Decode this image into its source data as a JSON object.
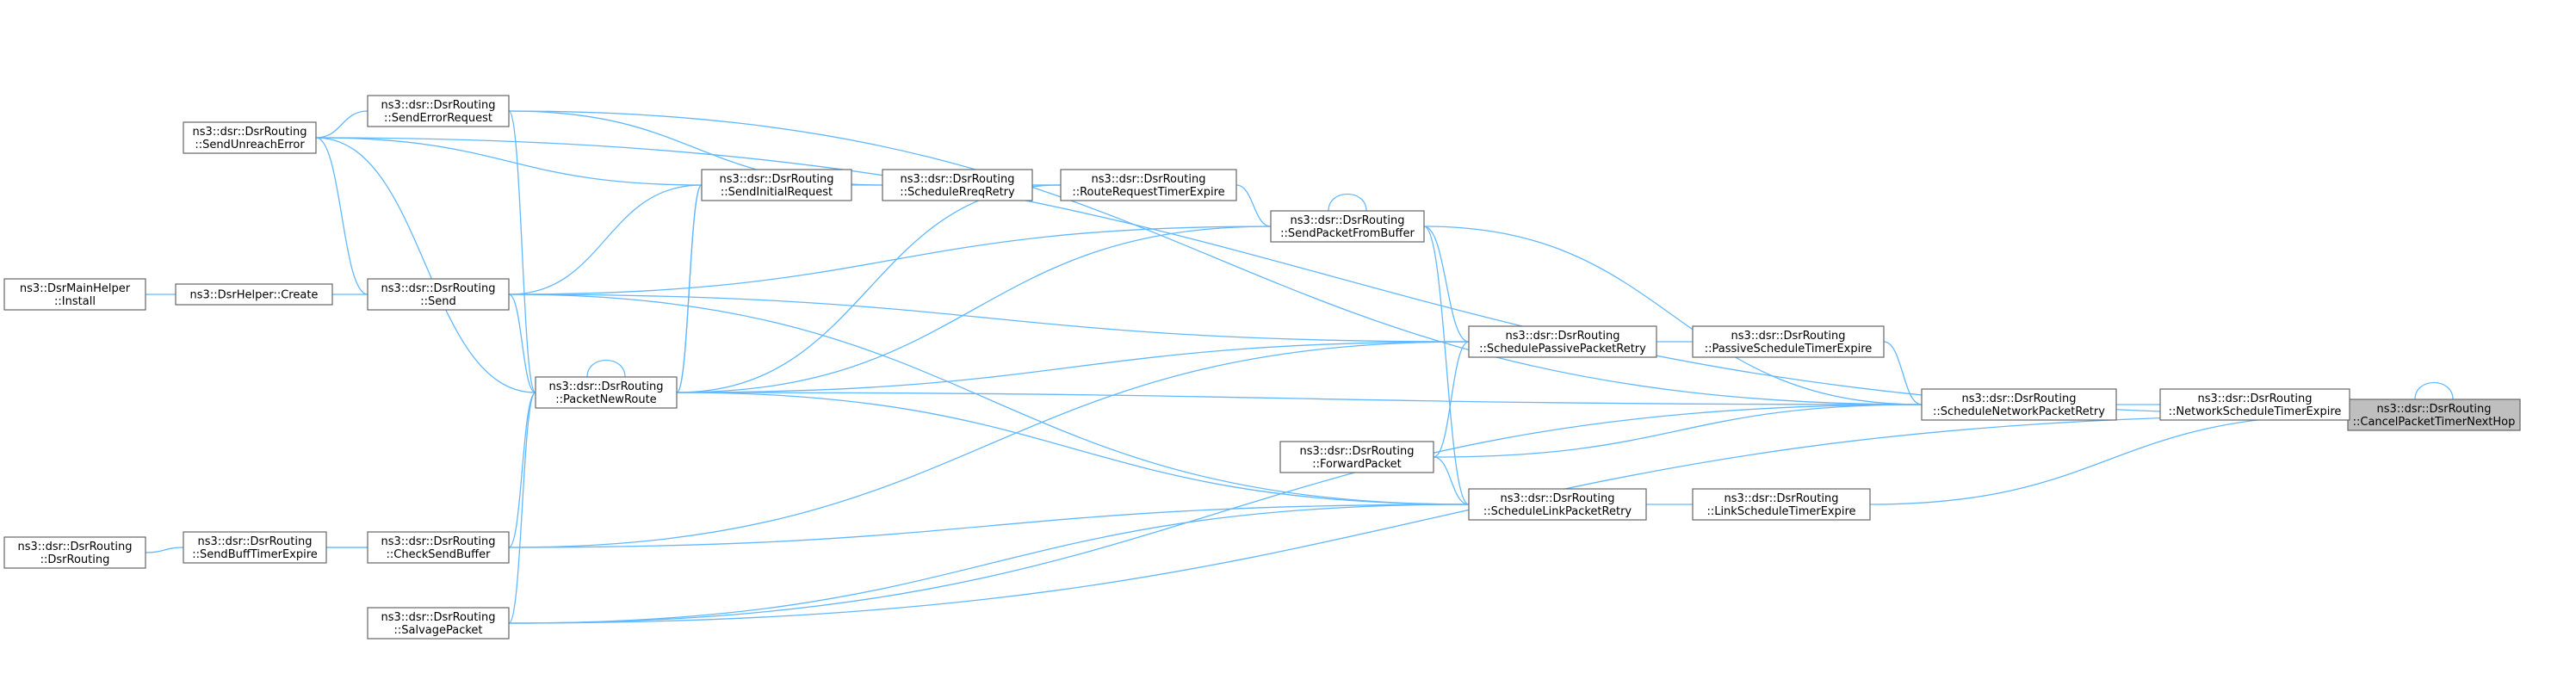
{
  "graph": {
    "title": "",
    "colors": {
      "edge": "#63b8ff",
      "node_border": "#666666",
      "focus_fill": "#bfbfbf",
      "node_fill": "#ffffff"
    },
    "nodes": [
      {
        "id": "cancel",
        "lines": [
          "ns3::dsr::DsrRouting",
          "::CancelPacketTimerNextHop"
        ],
        "focus": true
      },
      {
        "id": "netsched",
        "lines": [
          "ns3::dsr::DsrRouting",
          "::NetworkScheduleTimerExpire"
        ]
      },
      {
        "id": "schednet",
        "lines": [
          "ns3::dsr::DsrRouting",
          "::ScheduleNetworkPacketRetry"
        ]
      },
      {
        "id": "passexp",
        "lines": [
          "ns3::dsr::DsrRouting",
          "::PassiveScheduleTimerExpire"
        ]
      },
      {
        "id": "schedpass",
        "lines": [
          "ns3::dsr::DsrRouting",
          "::SchedulePassivePacketRetry"
        ]
      },
      {
        "id": "linkexp",
        "lines": [
          "ns3::dsr::DsrRouting",
          "::LinkScheduleTimerExpire"
        ]
      },
      {
        "id": "schedlink",
        "lines": [
          "ns3::dsr::DsrRouting",
          "::ScheduleLinkPacketRetry"
        ]
      },
      {
        "id": "forward",
        "lines": [
          "ns3::dsr::DsrRouting",
          "::ForwardPacket"
        ]
      },
      {
        "id": "sendbuf",
        "lines": [
          "ns3::dsr::DsrRouting",
          "::SendPacketFromBuffer"
        ]
      },
      {
        "id": "rrexp",
        "lines": [
          "ns3::dsr::DsrRouting",
          "::RouteRequestTimerExpire"
        ]
      },
      {
        "id": "schedrreq",
        "lines": [
          "ns3::dsr::DsrRouting",
          "::ScheduleRreqRetry"
        ]
      },
      {
        "id": "sendinit",
        "lines": [
          "ns3::dsr::DsrRouting",
          "::SendInitialRequest"
        ]
      },
      {
        "id": "senderr",
        "lines": [
          "ns3::dsr::DsrRouting",
          "::SendErrorRequest"
        ]
      },
      {
        "id": "unreach",
        "lines": [
          "ns3::dsr::DsrRouting",
          "::SendUnreachError"
        ]
      },
      {
        "id": "send",
        "lines": [
          "ns3::dsr::DsrRouting",
          "::Send"
        ]
      },
      {
        "id": "pnr",
        "lines": [
          "ns3::dsr::DsrRouting",
          "::PacketNewRoute"
        ]
      },
      {
        "id": "checkbuf",
        "lines": [
          "ns3::dsr::DsrRouting",
          "::CheckSendBuffer"
        ]
      },
      {
        "id": "salvage",
        "lines": [
          "ns3::dsr::DsrRouting",
          "::SalvagePacket"
        ]
      },
      {
        "id": "buftimer",
        "lines": [
          "ns3::dsr::DsrRouting",
          "::SendBuffTimerExpire"
        ]
      },
      {
        "id": "dsrrouting",
        "lines": [
          "ns3::dsr::DsrRouting",
          "::DsrRouting"
        ]
      },
      {
        "id": "helpercreate",
        "lines": [
          "ns3::DsrHelper::Create"
        ]
      },
      {
        "id": "mainhelper",
        "lines": [
          "ns3::DsrMainHelper",
          "::Install"
        ]
      }
    ],
    "edges": [
      {
        "from": "cancel",
        "to": "cancel"
      },
      {
        "from": "netsched",
        "to": "cancel"
      },
      {
        "from": "schednet",
        "to": "netsched"
      },
      {
        "from": "linkexp",
        "to": "cancel"
      },
      {
        "from": "schedlink",
        "to": "linkexp"
      },
      {
        "from": "passexp",
        "to": "schednet"
      },
      {
        "from": "schedpass",
        "to": "passexp"
      },
      {
        "from": "unreach",
        "to": "cancel"
      },
      {
        "from": "salvage",
        "to": "cancel"
      },
      {
        "from": "sendbuf",
        "to": "schednet"
      },
      {
        "from": "pnr",
        "to": "schednet"
      },
      {
        "from": "forward",
        "to": "schednet"
      },
      {
        "from": "senderr",
        "to": "schednet"
      },
      {
        "from": "salvage",
        "to": "schednet"
      },
      {
        "from": "sendbuf",
        "to": "schedpass"
      },
      {
        "from": "forward",
        "to": "schedpass"
      },
      {
        "from": "send",
        "to": "schedpass"
      },
      {
        "from": "pnr",
        "to": "schedpass"
      },
      {
        "from": "checkbuf",
        "to": "schedpass"
      },
      {
        "from": "sendbuf",
        "to": "schedlink"
      },
      {
        "from": "forward",
        "to": "schedlink"
      },
      {
        "from": "checkbuf",
        "to": "schedlink"
      },
      {
        "from": "pnr",
        "to": "schedlink"
      },
      {
        "from": "send",
        "to": "schedlink"
      },
      {
        "from": "salvage",
        "to": "schedlink"
      },
      {
        "from": "sendbuf",
        "to": "sendbuf"
      },
      {
        "from": "rrexp",
        "to": "sendbuf"
      },
      {
        "from": "send",
        "to": "sendbuf"
      },
      {
        "from": "pnr",
        "to": "sendbuf"
      },
      {
        "from": "schedrreq",
        "to": "rrexp"
      },
      {
        "from": "rrexp",
        "to": "schedrreq"
      },
      {
        "from": "sendinit",
        "to": "schedrreq"
      },
      {
        "from": "senderr",
        "to": "schedrreq"
      },
      {
        "from": "send",
        "to": "sendinit"
      },
      {
        "from": "pnr",
        "to": "sendinit"
      },
      {
        "from": "unreach",
        "to": "sendinit"
      },
      {
        "from": "unreach",
        "to": "senderr"
      },
      {
        "from": "send",
        "to": "unreach"
      },
      {
        "from": "pnr",
        "to": "unreach"
      },
      {
        "from": "pnr",
        "to": "pnr"
      },
      {
        "from": "send",
        "to": "pnr"
      },
      {
        "from": "checkbuf",
        "to": "pnr"
      },
      {
        "from": "salvage",
        "to": "pnr"
      },
      {
        "from": "sendinit",
        "to": "pnr"
      },
      {
        "from": "rrexp",
        "to": "pnr"
      },
      {
        "from": "senderr",
        "to": "pnr"
      },
      {
        "from": "helpercreate",
        "to": "send"
      },
      {
        "from": "mainhelper",
        "to": "helpercreate"
      },
      {
        "from": "buftimer",
        "to": "checkbuf"
      },
      {
        "from": "checkbuf",
        "to": "buftimer"
      },
      {
        "from": "dsrrouting",
        "to": "buftimer"
      }
    ]
  }
}
